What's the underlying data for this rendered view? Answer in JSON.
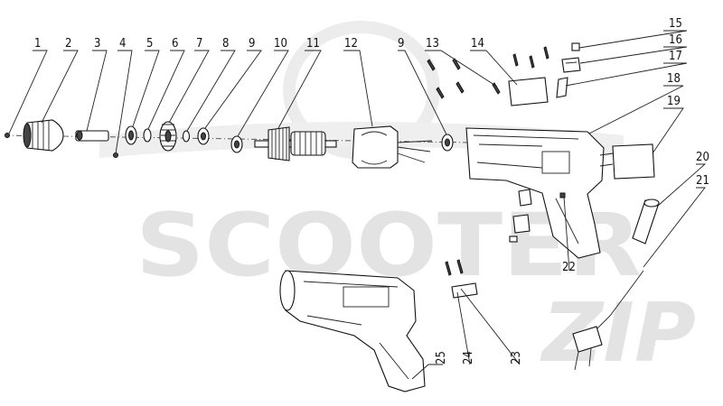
{
  "watermark": {
    "brand": "SCOOTER",
    "tag": "ZIP"
  },
  "callouts": [
    {
      "id": "1",
      "label": "1"
    },
    {
      "id": "2",
      "label": "2"
    },
    {
      "id": "3",
      "label": "3"
    },
    {
      "id": "4",
      "label": "4"
    },
    {
      "id": "5",
      "label": "5"
    },
    {
      "id": "6",
      "label": "6"
    },
    {
      "id": "7",
      "label": "7"
    },
    {
      "id": "8",
      "label": "8"
    },
    {
      "id": "9a",
      "label": "9"
    },
    {
      "id": "10",
      "label": "10"
    },
    {
      "id": "11",
      "label": "11"
    },
    {
      "id": "12",
      "label": "12"
    },
    {
      "id": "9b",
      "label": "9"
    },
    {
      "id": "13",
      "label": "13"
    },
    {
      "id": "14",
      "label": "14"
    },
    {
      "id": "15",
      "label": "15"
    },
    {
      "id": "16",
      "label": "16"
    },
    {
      "id": "17",
      "label": "17"
    },
    {
      "id": "18",
      "label": "18"
    },
    {
      "id": "19",
      "label": "19"
    },
    {
      "id": "20",
      "label": "20"
    },
    {
      "id": "21",
      "label": "21"
    },
    {
      "id": "22",
      "label": "22"
    },
    {
      "id": "23",
      "label": "23"
    },
    {
      "id": "24",
      "label": "24"
    },
    {
      "id": "25",
      "label": "25"
    }
  ]
}
